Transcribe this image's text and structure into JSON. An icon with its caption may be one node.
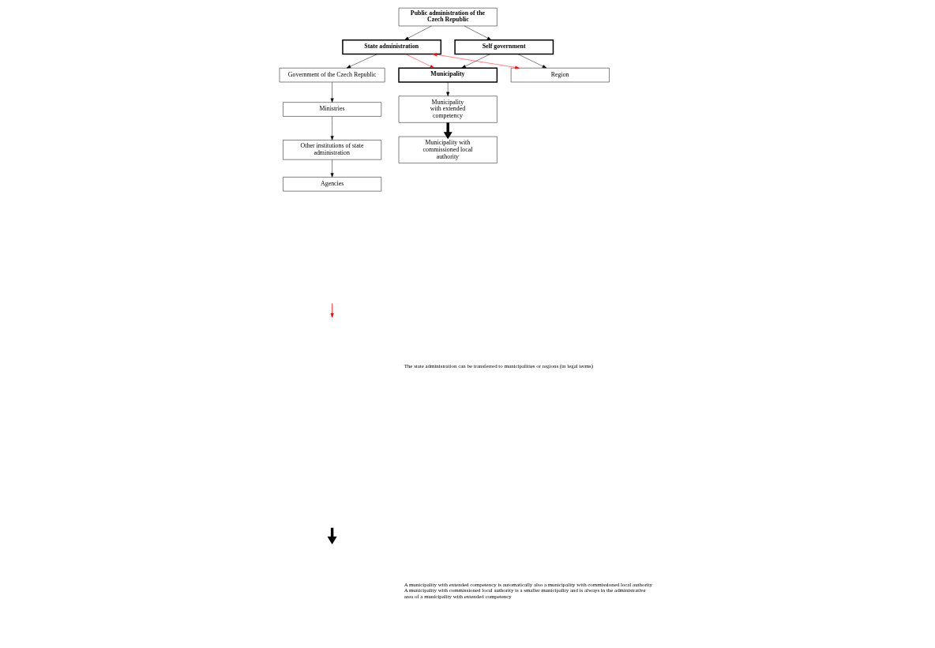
{
  "diagram": {
    "nodes": [
      {
        "text": [
          "Public administration of the Czech Republic"
        ]
      },
      {
        "text": [
          "State administration"
        ]
      },
      {
        "text": [
          "Self government"
        ]
      },
      {
        "text": [
          "Municipality"
        ]
      },
      {
        "text": [
          "Government of the Czech Republic"
        ]
      },
      {
        "text": [
          "Ministries"
        ]
      },
      {
        "text": [
          "Other institutions of state administration"
        ]
      },
      {
        "text": [
          "Agencies"
        ]
      },
      {
        "text": [
          "Region"
        ]
      },
      {
        "text": [
          "Municipality with extended competency"
        ]
      },
      {
        "text": [
          "Municipality with commissioned local authority"
        ]
      }
    ],
    "edges": [
      {
        "from": 0,
        "to": 1,
        "arrow": "to"
      },
      {
        "from": 0,
        "to": 2,
        "arrow": "to"
      },
      {
        "from": 1,
        "to": 4,
        "arrow": "to"
      },
      {
        "from": 1,
        "to": 3,
        "arrow": "to",
        "color": "#ff0000"
      },
      {
        "from": 1,
        "to": 8,
        "arrow": "both",
        "color": "#ff0000"
      },
      {
        "from": 2,
        "to": 3,
        "arrow": "to"
      },
      {
        "from": 2,
        "to": 8,
        "arrow": "to"
      },
      {
        "from": 4,
        "to": 5,
        "arrow": "to"
      },
      {
        "from": 5,
        "to": 6,
        "arrow": "to"
      },
      {
        "from": 6,
        "to": 7,
        "arrow": "to"
      },
      {
        "from": 3,
        "to": 9,
        "arrow": "to"
      },
      {
        "from": 9,
        "to": 10,
        "arrow": "to",
        "style": "thick"
      }
    ],
    "legend": [
      {
        "text": "The state administration can be transferred to municipalities or regions (in legal terms)"
      },
      {
        "text": "A municipality with extended competency is automatically also a municipality with commissioned local authority A municipality with commissioned local authority is a smaller municipality and is always in the administrative area of a municipality with extended competency"
      }
    ]
  }
}
